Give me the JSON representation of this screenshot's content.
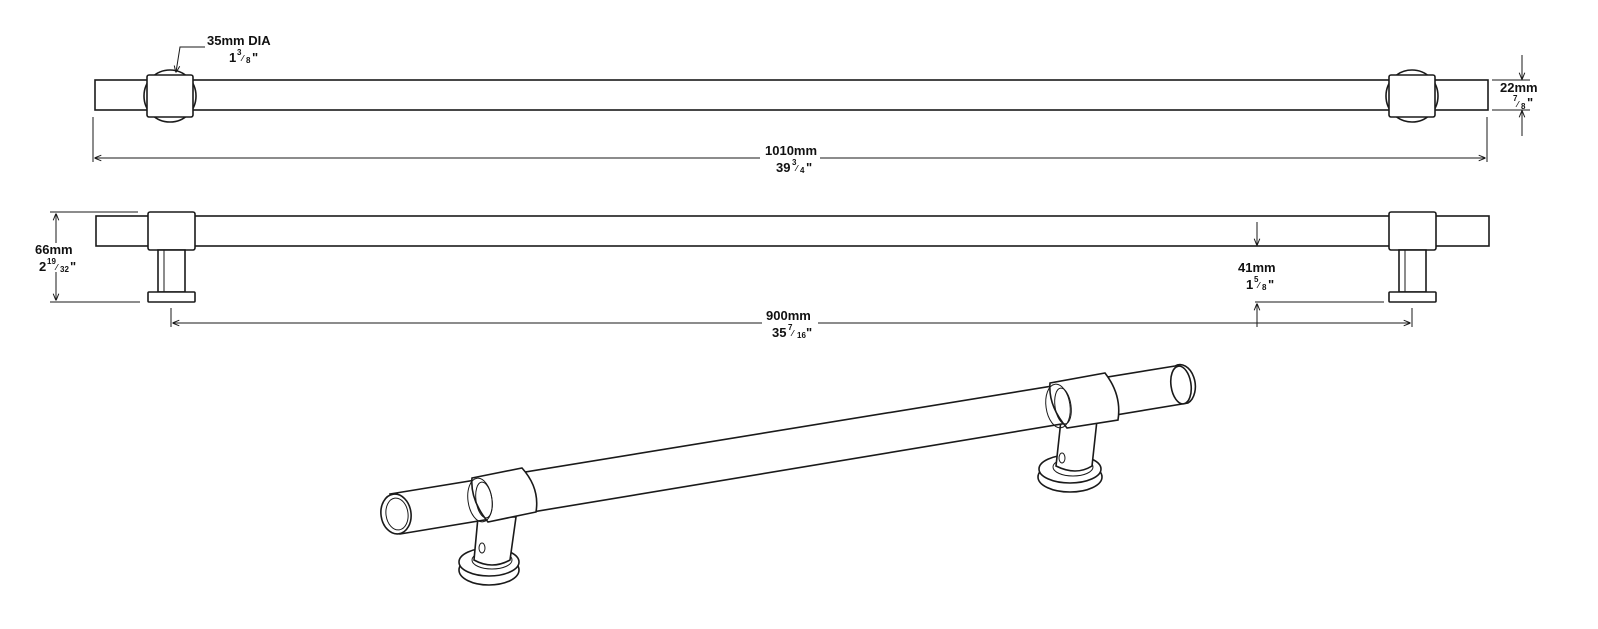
{
  "dimensions": {
    "dia": {
      "metric": "35mm DIA",
      "imperial": "1",
      "frac_num": "3",
      "frac_den": "8",
      "inch": "\""
    },
    "bar_dia": {
      "metric": "22mm",
      "imperial": "",
      "frac_num": "7",
      "frac_den": "8",
      "inch": "\""
    },
    "overall_length": {
      "metric": "1010mm",
      "imperial": "39",
      "frac_num": "3",
      "frac_den": "4",
      "inch": "\""
    },
    "height": {
      "metric": "66mm",
      "imperial": "2",
      "frac_num": "19",
      "frac_den": "32",
      "inch": "\""
    },
    "projection": {
      "metric": "41mm",
      "imperial": "1",
      "frac_num": "5",
      "frac_den": "8",
      "inch": "\""
    },
    "centers": {
      "metric": "900mm",
      "imperial": "35",
      "frac_num": "7",
      "frac_den": "16",
      "inch": "\""
    }
  },
  "colors": {
    "line": "#1a1a1a",
    "background": "#ffffff"
  }
}
